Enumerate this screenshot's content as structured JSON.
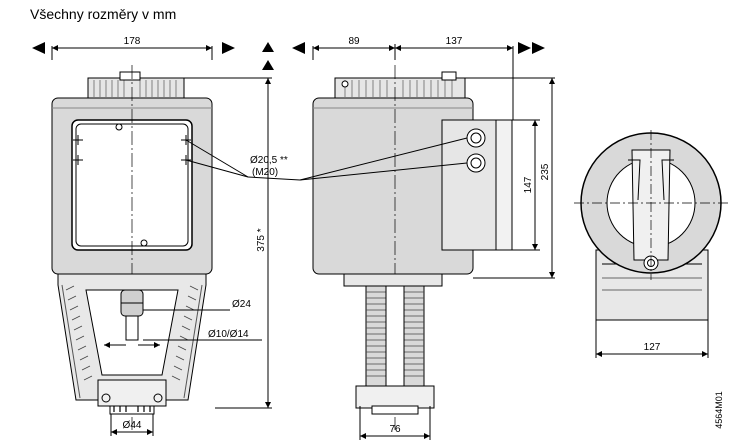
{
  "title": "Všechny rozměry v mm",
  "dimensions": {
    "front_width": "178",
    "side_left": "89",
    "side_right": "137",
    "height": "375 *",
    "box_height": "147",
    "total_height": "235",
    "back_width": "127",
    "shaft_width": "76",
    "bottom_bore": "Ø44",
    "conduit": "Ø20,5 **",
    "conduit_thread": "(M20)",
    "stem": "Ø24",
    "stem_range": "Ø10/Ø14"
  },
  "drawing_code": "4564M01"
}
